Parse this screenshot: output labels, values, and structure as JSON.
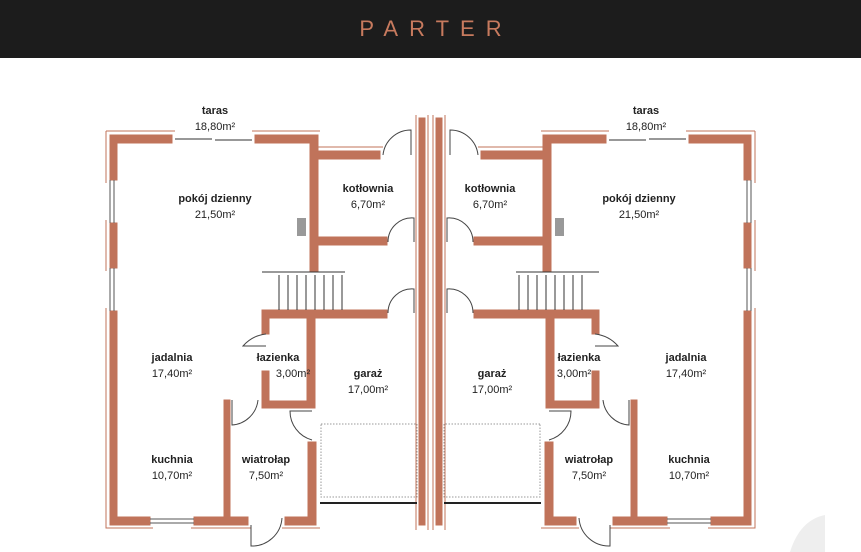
{
  "header": {
    "title": "PARTER"
  },
  "colors": {
    "wall": "#c0735a",
    "header_bg": "#1c1c1c",
    "title": "#c77a5e"
  },
  "rooms": {
    "left": [
      {
        "name": "taras",
        "area": "18,80m²"
      },
      {
        "name": "pokój dzienny",
        "area": "21,50m²"
      },
      {
        "name": "kotłownia",
        "area": "6,70m²"
      },
      {
        "name": "jadalnia",
        "area": "17,40m²"
      },
      {
        "name": "łazienka",
        "area": "3,00m²"
      },
      {
        "name": "garaż",
        "area": "17,00m²"
      },
      {
        "name": "kuchnia",
        "area": "10,70m²"
      },
      {
        "name": "wiatrołap",
        "area": "7,50m²"
      }
    ],
    "right": [
      {
        "name": "taras",
        "area": "18,80m²"
      },
      {
        "name": "pokój dzienny",
        "area": "21,50m²"
      },
      {
        "name": "kotłownia",
        "area": "6,70m²"
      },
      {
        "name": "jadalnia",
        "area": "17,40m²"
      },
      {
        "name": "łazienka",
        "area": "3,00m²"
      },
      {
        "name": "garaż",
        "area": "17,00m²"
      },
      {
        "name": "kuchnia",
        "area": "10,70m²"
      },
      {
        "name": "wiatrołap",
        "area": "7,50m²"
      }
    ]
  }
}
